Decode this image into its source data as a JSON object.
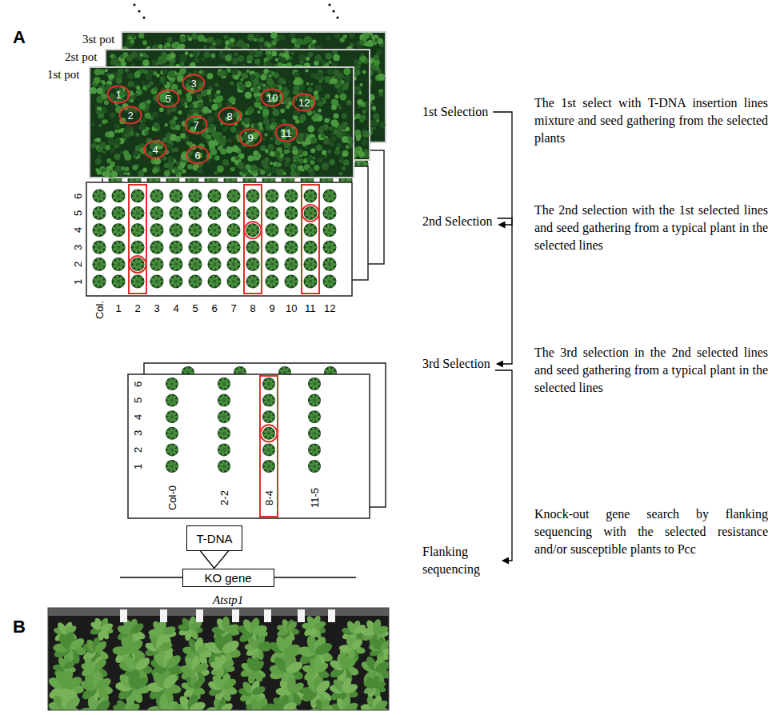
{
  "diagram": {
    "nodes": [
      {
        "text": [
          "T-DNA"
        ]
      },
      {
        "text": [
          "KO gene"
        ]
      }
    ],
    "edges": [
      {
        "from": 0,
        "to": 1,
        "arrow": "none"
      }
    ],
    "labels": [
      "A",
      "3st pot",
      "2st pot",
      "1st pot",
      "1",
      "2",
      "3",
      "4",
      "5",
      "6",
      "7",
      "8",
      "9",
      "10",
      "11",
      "12",
      "6",
      "5",
      "4",
      "3",
      "2",
      "1",
      "Col.",
      "1",
      "2",
      "3",
      "4",
      "5",
      "6",
      "7",
      "8",
      "9",
      "10",
      "11",
      "12",
      "6",
      "5",
      "4",
      "3",
      "2",
      "1",
      "Col-0",
      "2-2",
      "8-4",
      "11-5",
      "Atstp1",
      "1st Selection",
      "The 1st select with T-DNA insertion lines mixture and seed gathering from the selected plants",
      "2nd Selection",
      "The 2nd selection with the 1st selected lines and seed gathering from a typical plant in the selected lines",
      "3rd Selection",
      "The 3rd selection in the 2nd selected lines and seed gathering from a typical plant in the selected lines",
      "Flanking sequencing",
      "Knock-out gene search by flanking sequencing with the selected resistance and/or susceptible plants to Pcc",
      "B"
    ]
  }
}
